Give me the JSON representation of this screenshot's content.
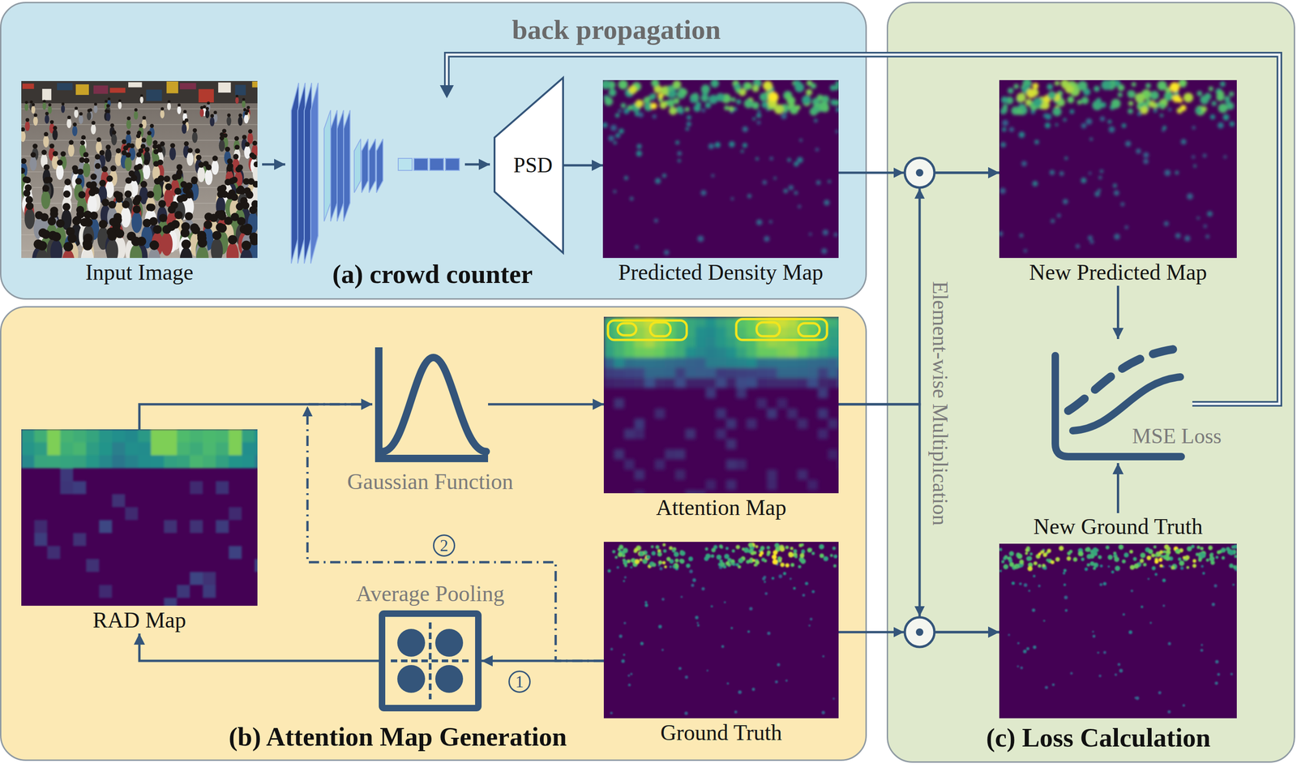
{
  "diagram": {
    "nodes": [
      {
        "text": [
          "(a) crowd counter"
        ]
      },
      {
        "text": [
          "Input Image"
        ],
        "in": 0
      },
      {
        "text": [
          "PSD"
        ],
        "in": 0
      },
      {
        "text": [
          "Predicted Density Map"
        ],
        "in": 0
      },
      {
        "text": [
          "(b) Attention Map Generation"
        ]
      },
      {
        "text": [
          "RAD Map"
        ],
        "in": 4
      },
      {
        "text": [
          "Gaussian Function"
        ],
        "in": 4
      },
      {
        "text": [
          "Attention Map"
        ],
        "in": 4
      },
      {
        "text": [
          "Average Pooling"
        ],
        "in": 4
      },
      {
        "text": [
          "Ground Truth"
        ],
        "in": 4
      },
      {
        "text": [
          "(c) Loss Calculation"
        ]
      },
      {
        "text": [
          "New Predicted Map"
        ],
        "in": 10
      },
      {
        "text": [
          "MSE Loss"
        ],
        "in": 10
      },
      {
        "text": [
          "New Ground Truth"
        ],
        "in": 10
      }
    ],
    "edges": [
      {
        "from": 2,
        "to": 3,
        "arrow": "to"
      },
      {
        "from": 3,
        "to": 11,
        "arrow": "to"
      },
      {
        "from": 7,
        "to": 11,
        "arrow": "to"
      },
      {
        "from": 7,
        "to": 13,
        "arrow": "to"
      },
      {
        "from": 9,
        "to": 13,
        "arrow": "to"
      },
      {
        "from": 11,
        "to": 12,
        "arrow": "to"
      },
      {
        "from": 13,
        "to": 12,
        "arrow": "to"
      },
      {
        "from": 5,
        "to": 6,
        "arrow": "to"
      },
      {
        "from": 6,
        "to": 7,
        "arrow": "to"
      },
      {
        "from": 9,
        "to": 8,
        "label": "1",
        "arrow": "to"
      },
      {
        "from": 8,
        "to": 5,
        "arrow": "to"
      },
      {
        "from": 9,
        "to": 6,
        "label": "2",
        "arrow": "to"
      }
    ],
    "labels": [
      "back propagation",
      "Element-wise Multiplication"
    ]
  }
}
